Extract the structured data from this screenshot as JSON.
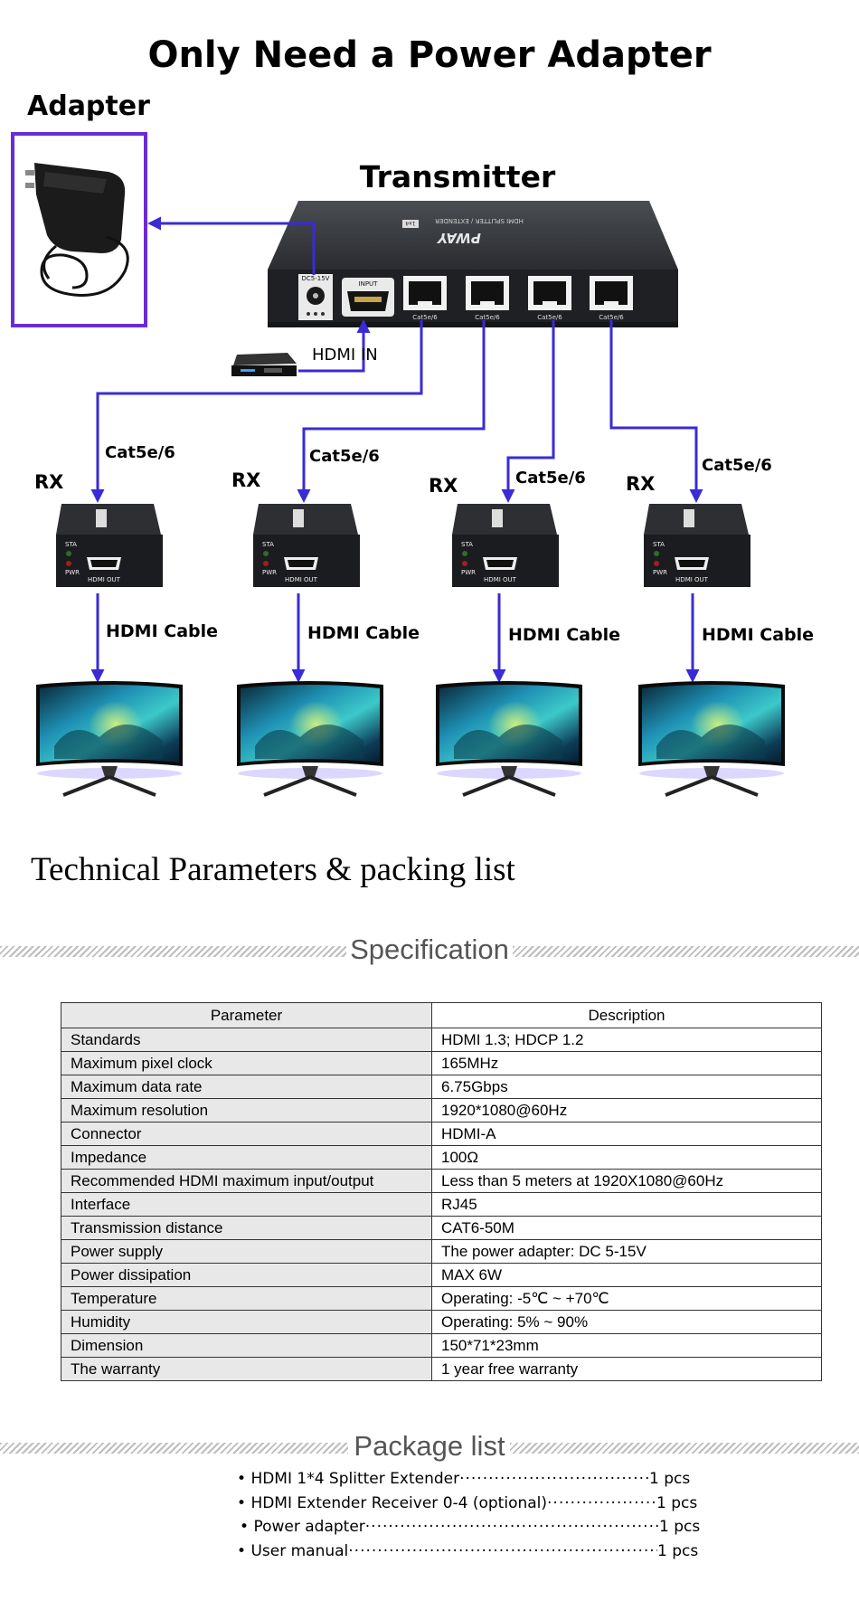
{
  "title": "Only Need a Power Adapter",
  "diagram": {
    "adapter_label": "Adapter",
    "transmitter_label": "Transmitter",
    "transmitter_brand": "PWAY",
    "transmitter_model": "HDMI SPLITTER / EXTENDER",
    "transmitter_model_badge": "1x4",
    "port_dc": "DC5-15V",
    "port_input": "INPUT",
    "port_cat": "Cat5e/6",
    "hdmi_in_label": "HDMI IN",
    "rx_label": "RX",
    "cat_label": "Cat5e/6",
    "rx_sta": "STA",
    "rx_pwr": "PWR",
    "rx_out": "HDMI OUT",
    "hdmi_cable_label": "HDMI Cable",
    "arrow_color": "#3a2bd6",
    "frame_color": "#6b2bd6"
  },
  "tech_title": "Technical Parameters & packing list",
  "specification": {
    "heading": "Specification",
    "col_param": "Parameter",
    "col_desc": "Description",
    "rows": [
      {
        "p": "Standards",
        "d": "HDMI 1.3; HDCP 1.2"
      },
      {
        "p": "Maximum pixel clock",
        "d": "165MHz"
      },
      {
        "p": "Maximum data rate",
        "d": "6.75Gbps"
      },
      {
        "p": "Maximum resolution",
        "d": "1920*1080@60Hz"
      },
      {
        "p": "Connector",
        "d": "HDMI-A"
      },
      {
        "p": "Impedance",
        "d": "100Ω"
      },
      {
        "p": "Recommended HDMI maximum input/output",
        "d": "Less than 5 meters at 1920X1080@60Hz"
      },
      {
        "p": "Interface",
        "d": "RJ45"
      },
      {
        "p": "Transmission distance",
        "d": "CAT6-50M"
      },
      {
        "p": "Power supply",
        "d": "The power adapter: DC 5-15V"
      },
      {
        "p": "Power dissipation",
        "d": "MAX 6W"
      },
      {
        "p": "Temperature",
        "d": "Operating: -5℃ ~ +70℃"
      },
      {
        "p": "Humidity",
        "d": "Operating: 5% ~ 90%"
      },
      {
        "p": "Dimension",
        "d": "150*71*23mm"
      },
      {
        "p": "The warranty",
        "d": "1 year free warranty"
      }
    ]
  },
  "package": {
    "heading": "Package list",
    "items": [
      {
        "name": "HDMI 1*4 Splitter Extender",
        "qty": "1 pcs"
      },
      {
        "name": "HDMI Extender Receiver 0-4 (optional)",
        "qty": "1 pcs"
      },
      {
        "name": "Power adapter",
        "qty": "1 pcs"
      },
      {
        "name": "User manual",
        "qty": "1 pcs"
      }
    ]
  }
}
